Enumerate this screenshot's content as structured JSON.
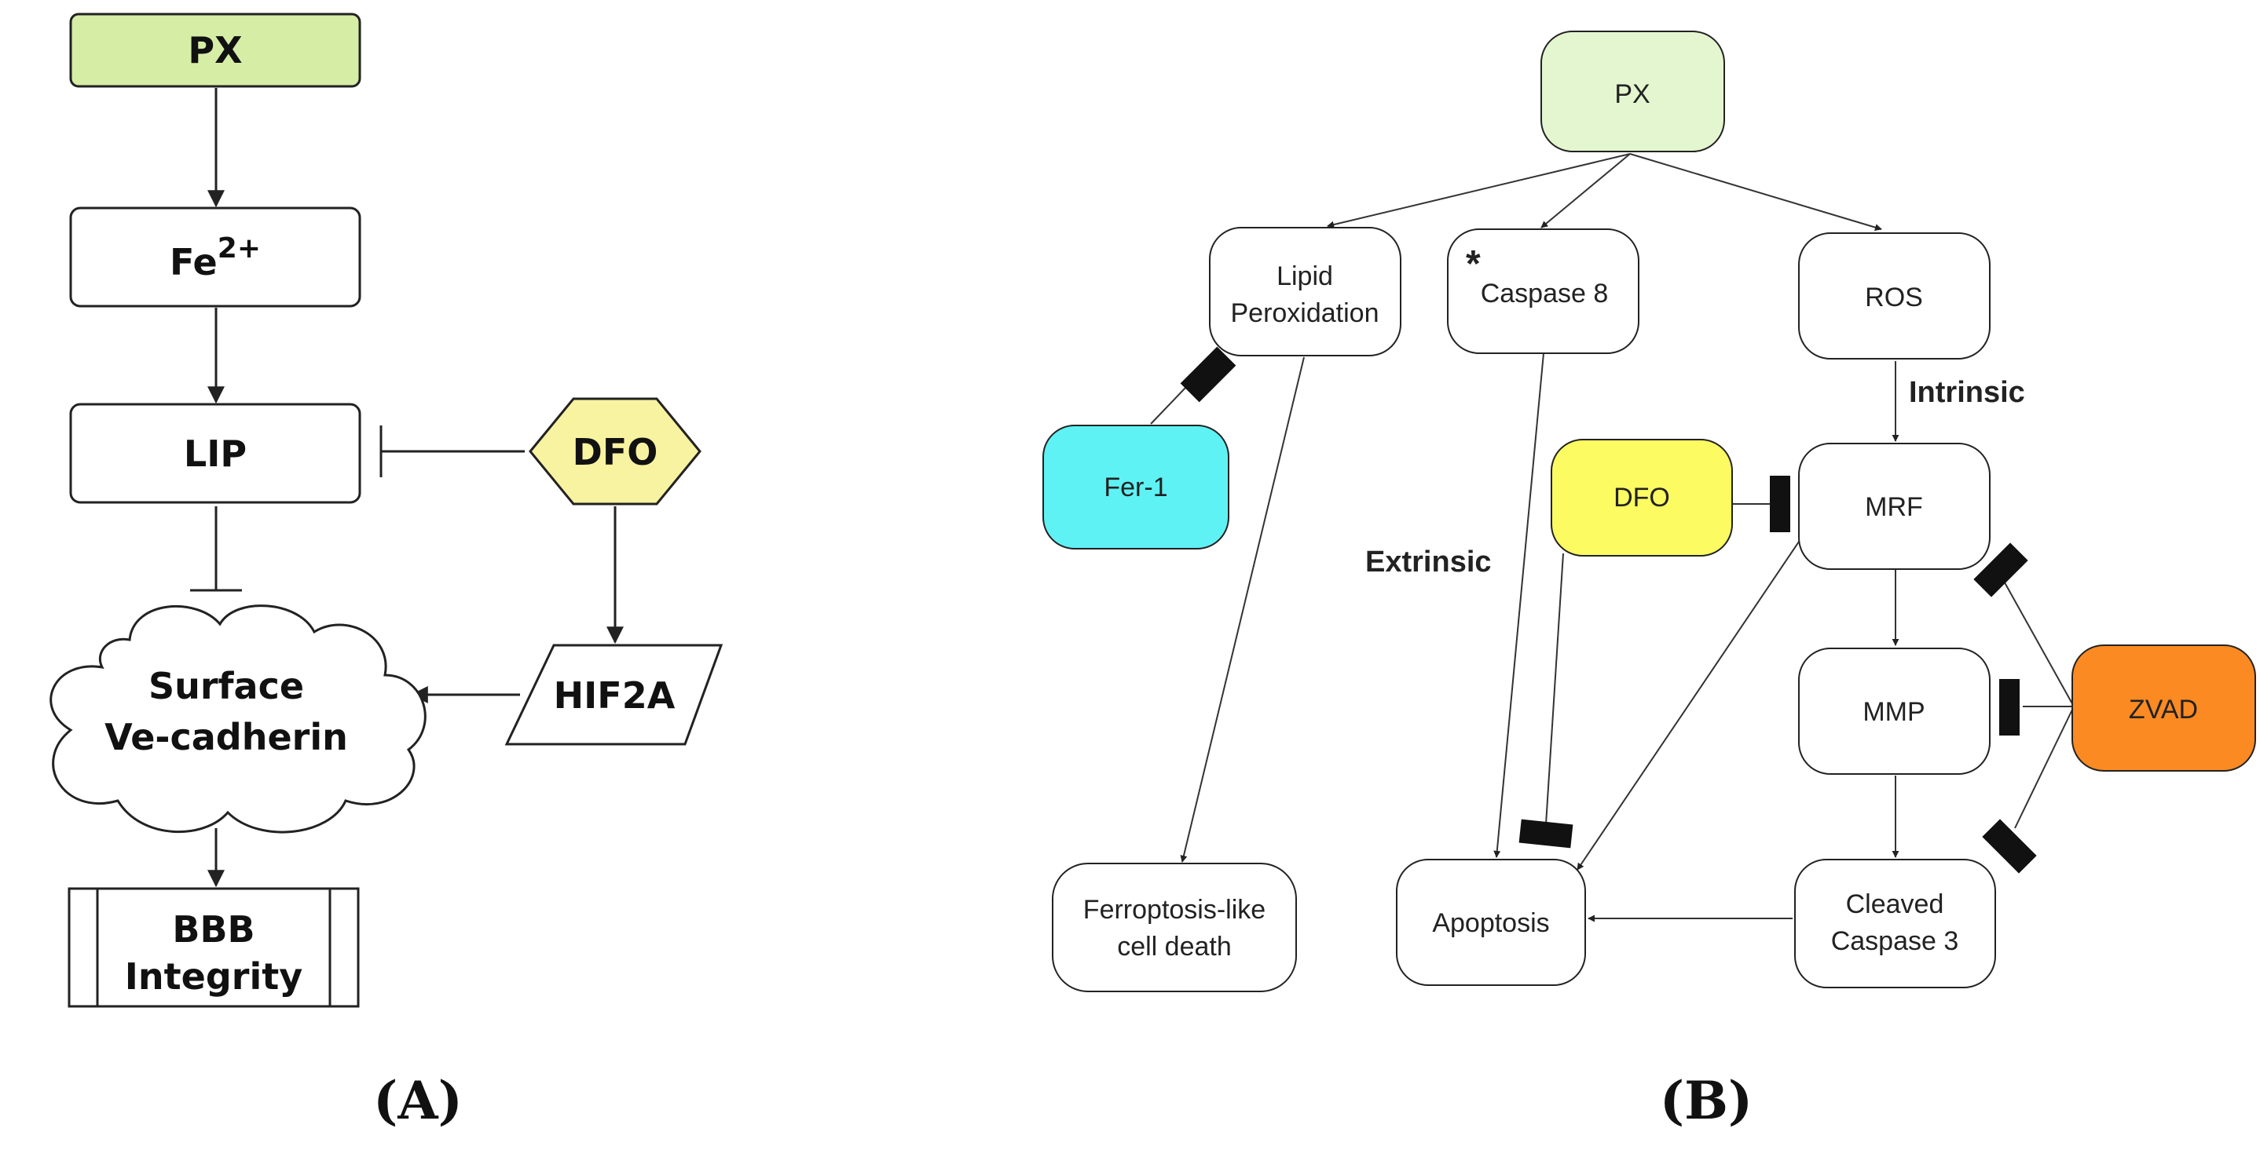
{
  "panel_a": {
    "caption": "(A)",
    "px": "PX",
    "fe_base": "Fe",
    "fe_sup": "2+",
    "lip": "LIP",
    "dfo": "DFO",
    "hif2a": "HIF2A",
    "surface_line1": "Surface",
    "surface_line2": "Ve-cadherin",
    "bbb_line1": "BBB",
    "bbb_line2": "Integrity"
  },
  "panel_b": {
    "caption": "(B)",
    "px": "PX",
    "lipid_line1": "Lipid",
    "lipid_line2": "Peroxidation",
    "caspase8_star": "*",
    "caspase8": "Caspase 8",
    "ros": "ROS",
    "fer1": "Fer-1",
    "dfo": "DFO",
    "mrf": "MRF",
    "mmp": "MMP",
    "zvad": "ZVAD",
    "ferroptosis_line1": "Ferroptosis-like",
    "ferroptosis_line2": "cell death",
    "apoptosis": "Apoptosis",
    "cleaved_line1": "Cleaved",
    "cleaved_line2": "Caspase 3",
    "label_intrinsic": "Intrinsic",
    "label_extrinsic": "Extrinsic"
  },
  "colors": {
    "px_fill": "#d6eda6",
    "px_b_fill": "#e4f6d0",
    "dfo_a_fill": "#f7f3a0",
    "dfo_b_fill": "#fcfc62",
    "fer1_fill": "#5ff2f4",
    "zvad_fill": "#fb8a22",
    "stroke": "#222222"
  }
}
